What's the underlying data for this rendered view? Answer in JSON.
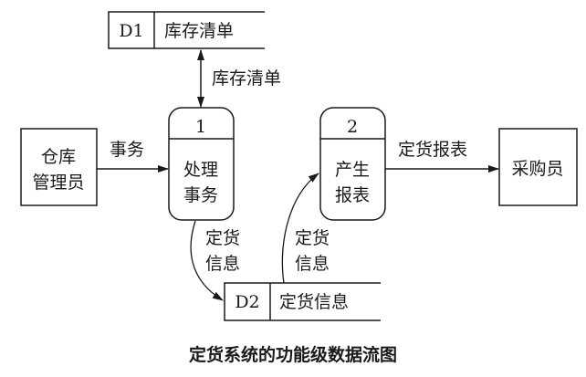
{
  "stores": [
    {
      "id": "D1",
      "name": "库存清单"
    },
    {
      "id": "D2",
      "name": "定货信息"
    }
  ],
  "processes": [
    {
      "number": "1",
      "line1": "处理",
      "line2": "事务"
    },
    {
      "number": "2",
      "line1": "产生",
      "line2": "报表"
    }
  ],
  "entities": [
    {
      "line1": "仓库",
      "line2": "管理员"
    },
    {
      "line1": "采购员"
    }
  ],
  "flows": {
    "d1_p1": "库存清单",
    "e1_p1": "事务",
    "p1_d2_line1": "定货",
    "p1_d2_line2": "信息",
    "d2_p2_line1": "定货",
    "d2_p2_line2": "信息",
    "p2_e2": "定货报表"
  },
  "caption": "定货系统的功能级数据流图"
}
